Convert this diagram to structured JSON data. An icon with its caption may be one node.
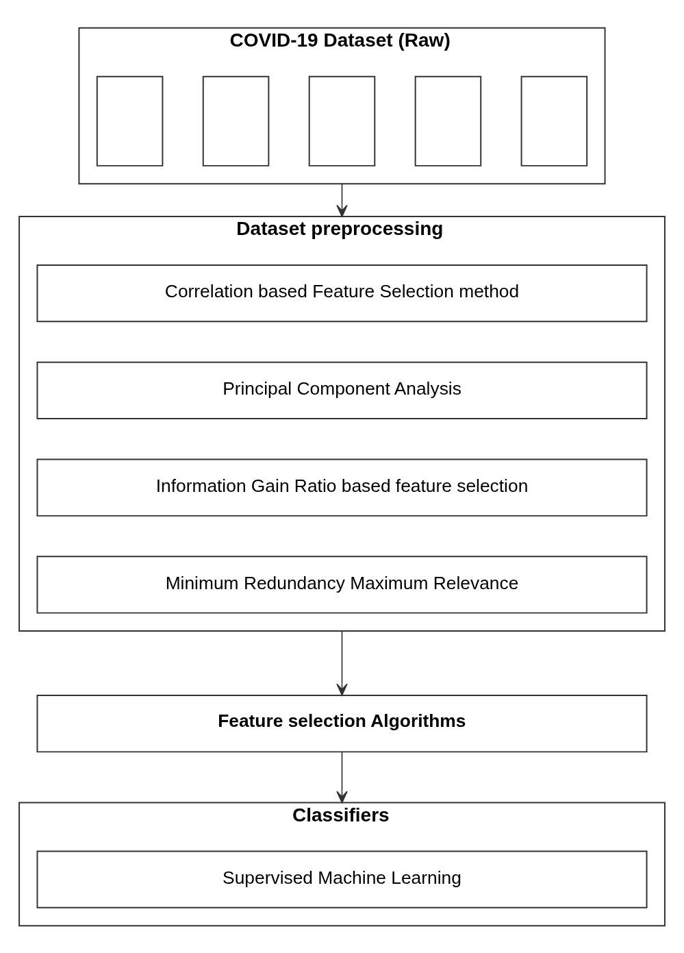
{
  "diagram": {
    "nodes": [
      {
        "text": [
          "COVID-19 Dataset (Raw)"
        ]
      },
      {
        "text": [],
        "shape": "box",
        "in": 0
      },
      {
        "text": [],
        "shape": "box",
        "in": 0
      },
      {
        "text": [],
        "shape": "box",
        "in": 0
      },
      {
        "text": [],
        "shape": "box",
        "in": 0
      },
      {
        "text": [],
        "shape": "box",
        "in": 0
      },
      {
        "text": [
          "Dataset preprocessing"
        ]
      },
      {
        "text": [
          "Correlation based Feature Selection method"
        ],
        "in": 6
      },
      {
        "text": [
          "Principal Component Analysis"
        ],
        "in": 6
      },
      {
        "text": [
          "Information Gain Ratio based feature selection"
        ],
        "in": 6
      },
      {
        "text": [
          "Minimum Redundancy Maximum Relevance"
        ],
        "in": 6
      },
      {
        "text": [
          "Feature selection Algorithms"
        ]
      },
      {
        "text": [
          "Classifiers"
        ]
      },
      {
        "text": [
          "Supervised Machine Learning"
        ],
        "in": 12
      }
    ],
    "edges": [
      {
        "from": 0,
        "to": 6,
        "arrow": "to"
      },
      {
        "from": 6,
        "to": 11,
        "arrow": "to"
      },
      {
        "from": 11,
        "to": 12,
        "arrow": "to"
      }
    ]
  }
}
